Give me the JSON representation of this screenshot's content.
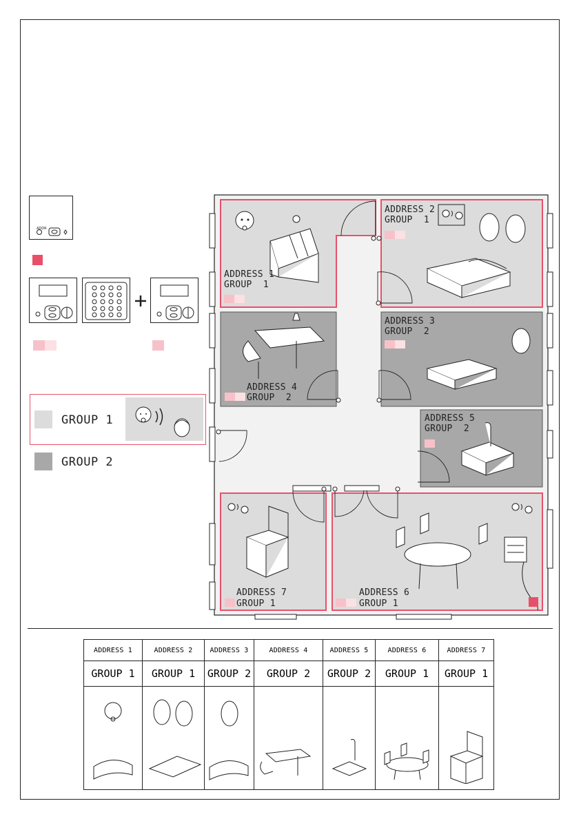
{
  "legend": {
    "group1_label": "GROUP 1",
    "group2_label": "GROUP 2",
    "group1_color": "#dcdcdc",
    "group2_color": "#a8a8a8",
    "accent_color": "#e8506a",
    "pink_light": "#f7c1c9",
    "pink_lighter": "#fbe0e4"
  },
  "rooms": {
    "r1": {
      "address": "ADDRESS 1",
      "group": "GROUP  1"
    },
    "r2": {
      "address": "ADDRESS 2",
      "group": "GROUP  1"
    },
    "r3": {
      "address": "ADDRESS 3",
      "group": "GROUP  2"
    },
    "r4": {
      "address": "ADDRESS 4",
      "group": "GROUP  2"
    },
    "r5": {
      "address": "ADDRESS 5",
      "group": "GROUP  2"
    },
    "r6": {
      "address": "ADDRESS 6",
      "group": "GROUP 1"
    },
    "r7": {
      "address": "ADDRESS 7",
      "group": "GROUP 1"
    }
  },
  "summary": {
    "columns": [
      {
        "address": "ADDRESS 1",
        "group": "GROUP 1",
        "icon": "crib-baby-icon"
      },
      {
        "address": "ADDRESS 2",
        "group": "GROUP 1",
        "icon": "double-bed-parents-icon"
      },
      {
        "address": "ADDRESS 3",
        "group": "GROUP 2",
        "icon": "bed-woman-icon"
      },
      {
        "address": "ADDRESS 4",
        "group": "GROUP 2",
        "icon": "desk-office-icon"
      },
      {
        "address": "ADDRESS 5",
        "group": "GROUP 2",
        "icon": "sink-icon"
      },
      {
        "address": "ADDRESS 6",
        "group": "GROUP 1",
        "icon": "dining-table-icon"
      },
      {
        "address": "ADDRESS 7",
        "group": "GROUP 1",
        "icon": "stove-icon"
      }
    ]
  }
}
